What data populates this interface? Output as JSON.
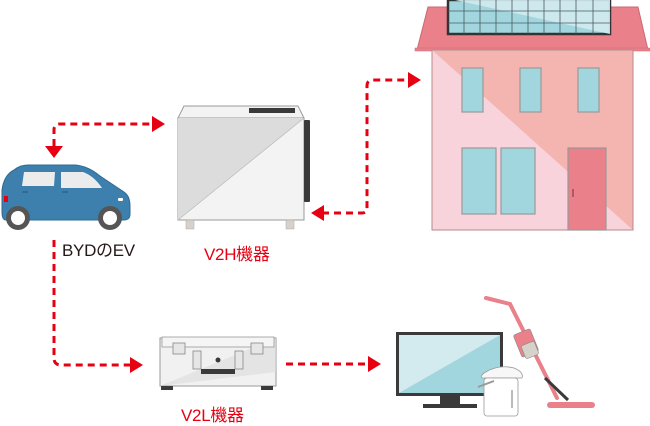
{
  "labels": {
    "ev": "BYDのEV",
    "v2h": "V2H機器",
    "v2l": "V2L機器"
  },
  "nodes": [
    {
      "id": "ev",
      "label": "BYDのEV",
      "icon": "car-icon"
    },
    {
      "id": "v2h",
      "label": "V2H機器",
      "icon": "v2h-charger-icon"
    },
    {
      "id": "house",
      "label": "",
      "icon": "house-with-solar-panel-icon"
    },
    {
      "id": "v2l",
      "label": "V2L機器",
      "icon": "v2l-case-icon"
    },
    {
      "id": "appliances",
      "label": "",
      "icon": "home-appliances-icon"
    }
  ],
  "connections": [
    {
      "from": "ev",
      "to": "v2h",
      "direction": "bidirectional",
      "style": "dashed"
    },
    {
      "from": "v2h",
      "to": "house",
      "direction": "bidirectional",
      "style": "dashed"
    },
    {
      "from": "ev",
      "to": "v2l",
      "direction": "forward",
      "style": "dashed"
    },
    {
      "from": "v2l",
      "to": "appliances",
      "direction": "forward",
      "style": "dashed"
    }
  ],
  "colors": {
    "arrow": "#e60012",
    "label_accent": "#e60012",
    "label_text": "#231815",
    "car": "#3d80ad",
    "house_light": "#f8d3dc",
    "house_dark": "#f4b4b0",
    "roof": "#e9808a",
    "window": "#a2d6df"
  }
}
